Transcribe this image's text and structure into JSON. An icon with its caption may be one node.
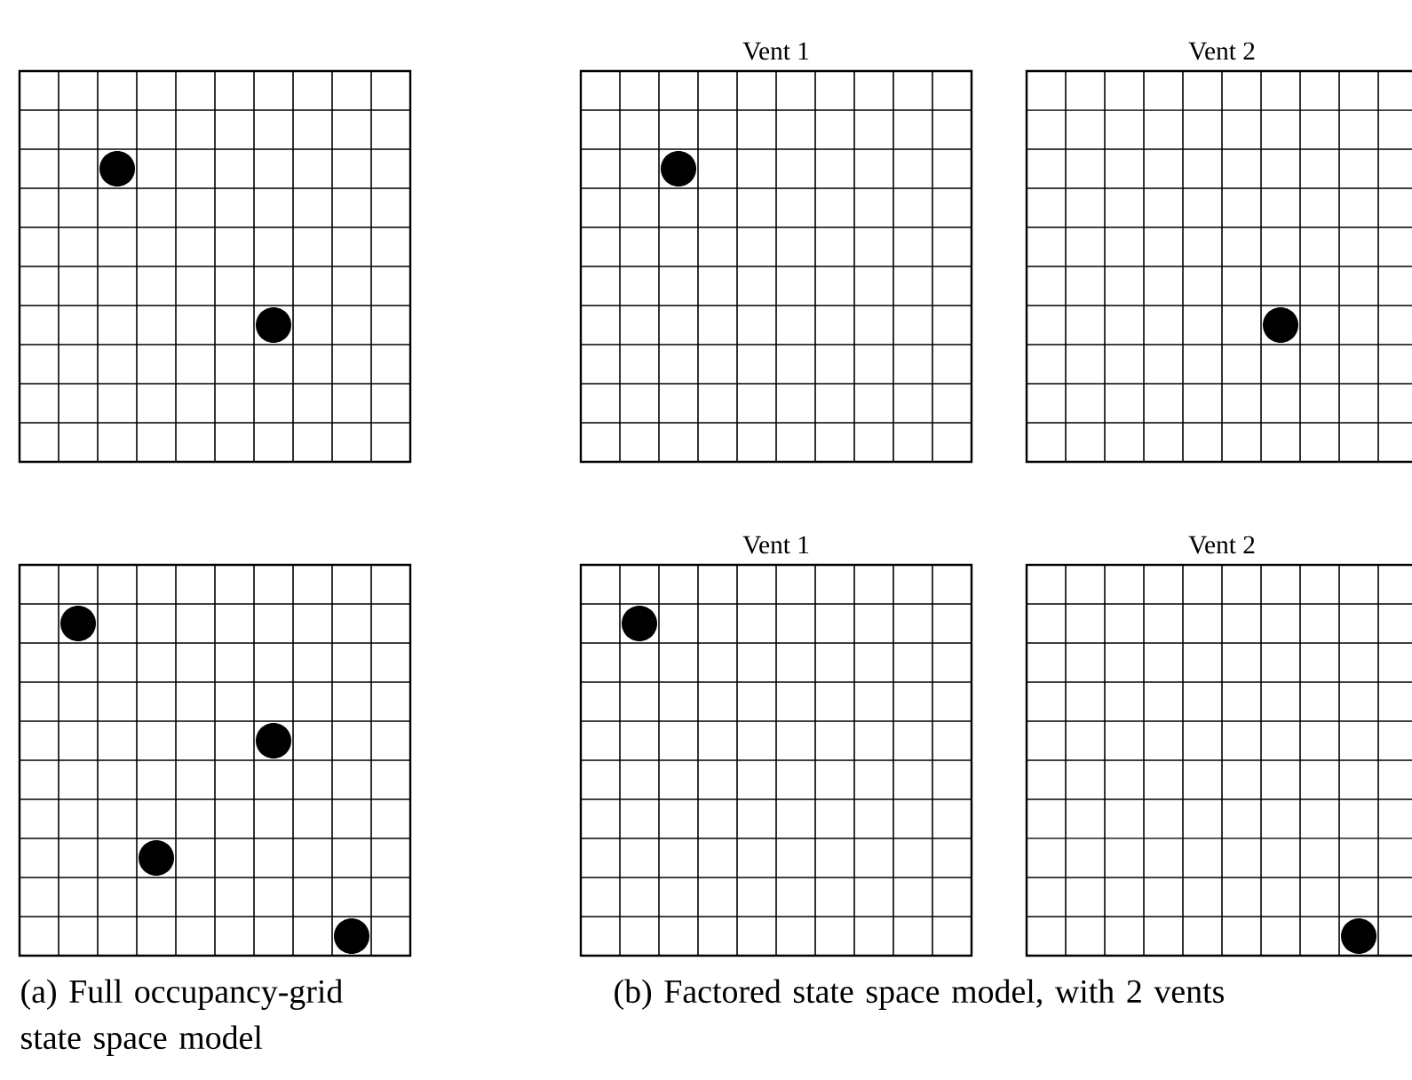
{
  "diagram": {
    "nodes": [
      {
        "text": [],
        "shape": "box"
      },
      {
        "text": [
          "Vent 1"
        ]
      },
      {
        "text": [
          "Vent 2"
        ]
      },
      {
        "text": [],
        "shape": "box"
      },
      {
        "text": [
          "Vent 1"
        ]
      },
      {
        "text": [
          "Vent 2"
        ]
      }
    ],
    "edges": [],
    "labels": [
      "(a) Full occupancy-grid state space model",
      "(b) Factored state space model, with 2 vents"
    ]
  }
}
